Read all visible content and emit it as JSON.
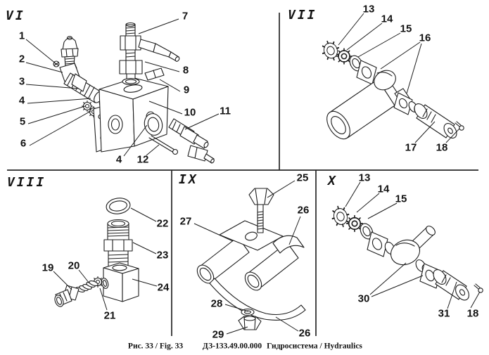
{
  "figure": {
    "number": "Рис. 33 / Fig. 33",
    "code": "ДЗ-133.49.00.000",
    "title": "Гидросистема / Hydraulics"
  },
  "colors": {
    "ink": "#1c1c1c",
    "paper": "#ffffff"
  },
  "panels": [
    {
      "label": "VI",
      "callouts": [
        "1",
        "2",
        "3",
        "4",
        "5",
        "6",
        "7",
        "8",
        "9",
        "10",
        "11",
        "4",
        "12"
      ]
    },
    {
      "label": "VII",
      "callouts": [
        "13",
        "14",
        "15",
        "16",
        "17",
        "18"
      ]
    },
    {
      "label": "VIII",
      "callouts": [
        "19",
        "20",
        "21",
        "22",
        "23",
        "24"
      ]
    },
    {
      "label": "IX",
      "callouts": [
        "25",
        "26",
        "27",
        "28",
        "29",
        "26"
      ]
    },
    {
      "label": "X",
      "callouts": [
        "13",
        "14",
        "15",
        "30",
        "31",
        "18"
      ]
    }
  ]
}
